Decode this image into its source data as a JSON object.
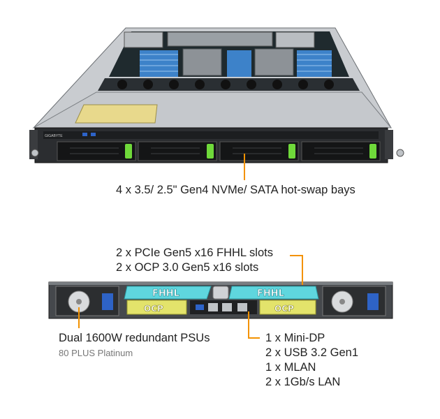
{
  "colors": {
    "callout": "#f39200",
    "accent_slot": "#5fd6de",
    "accent_ocp": "#e3e36b",
    "drive_latch": "#6fd93a"
  },
  "front": {
    "callout": "4 x 3.5/ 2.5\" Gen4 NVMe/ SATA hot-swap bays",
    "brand": "GIGABYTE"
  },
  "rear": {
    "slots": [
      "2 x PCIe Gen5 x16 FHHL slots",
      "2 x OCP 3.0 Gen5 x16 slots"
    ],
    "psu_title": "Dual 1600W  redundant PSUs",
    "psu_sub": "80 PLUS Platinum",
    "ports": [
      "1 x Mini-DP",
      "2 x USB 3.2 Gen1",
      "1 x MLAN",
      "2 x 1Gb/s LAN"
    ],
    "fhhl_label": "FHHL",
    "ocp_label": "OCP"
  },
  "icons": [
    "drive-latch-icon",
    "psu-fan-icon",
    "power-connector-icon"
  ]
}
